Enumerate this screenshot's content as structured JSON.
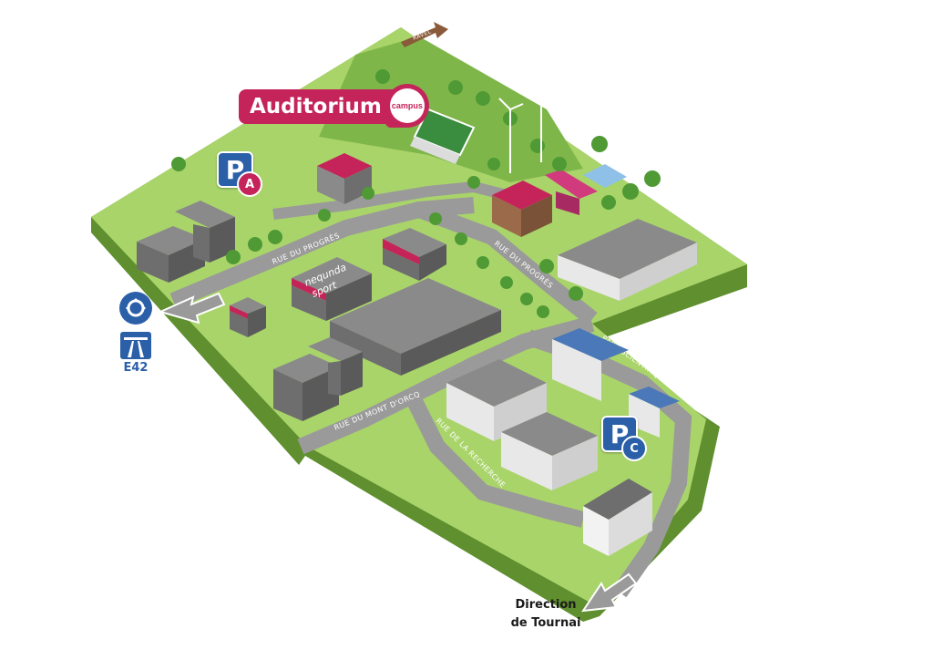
{
  "auditorium": {
    "label": "Auditorium",
    "logo_text": "campus"
  },
  "parkings": [
    {
      "letter": "P",
      "sub": "A",
      "sub_color": "#c4245a"
    },
    {
      "letter": "P",
      "sub": "C",
      "sub_color": "#2b5fa8"
    }
  ],
  "roads": {
    "progres_west": "RUE DU PROGRÈS",
    "progres_east": "RUE DU PROGRÈS",
    "mont_dorcq": "RUE DU MONT D'ORCQ",
    "recherche": "RUE DE LA RECHERCHE",
    "enne_potence": "PARC SCIENTIFIQUE · ENNE POTENCE",
    "north_arrow": "RAVEL"
  },
  "buildings": {
    "sport_line1": "nequnda",
    "sport_line2": "sport"
  },
  "highway": {
    "label": "E42"
  },
  "direction": {
    "line1": "Direction",
    "line2": "de Tournai"
  },
  "colors": {
    "grass": "#a9d46a",
    "grass_light": "#c9e6a0",
    "edge_dark": "#5f8f2e",
    "road": "#9a9a9a",
    "brand": "#c4245a",
    "parking_blue": "#2b5fa8"
  }
}
